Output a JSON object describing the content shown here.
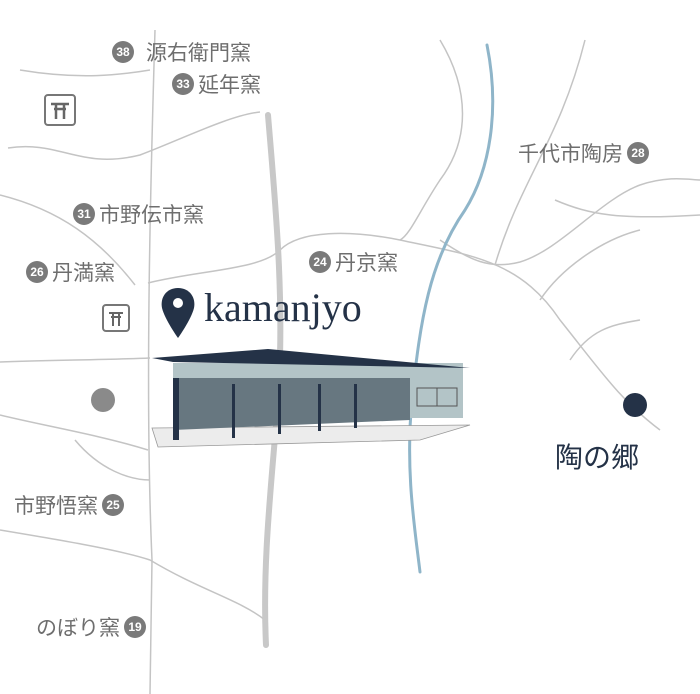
{
  "brand": {
    "name": "kamanjyo",
    "icon": "map-pin-icon",
    "color": "#243247"
  },
  "destination": {
    "name": "陶の郷"
  },
  "kilns": [
    {
      "num": "38",
      "name": "源右衛門窯"
    },
    {
      "num": "33",
      "name": "延年窯"
    },
    {
      "num": "31",
      "name": "市野伝市窯"
    },
    {
      "num": "26",
      "name": "丹満窯"
    },
    {
      "num": "24",
      "name": "丹京窯"
    },
    {
      "num": "28",
      "name": "千代市陶房"
    },
    {
      "num": "25",
      "name": "市野悟窯"
    },
    {
      "num": "19",
      "name": "のぼり窯"
    }
  ],
  "icons": {
    "shrine": "torii-icon"
  },
  "colors": {
    "road": "#c4c4c4",
    "river": "#8fb5c9",
    "label": "#6e6e6e",
    "dark": "#243247"
  }
}
